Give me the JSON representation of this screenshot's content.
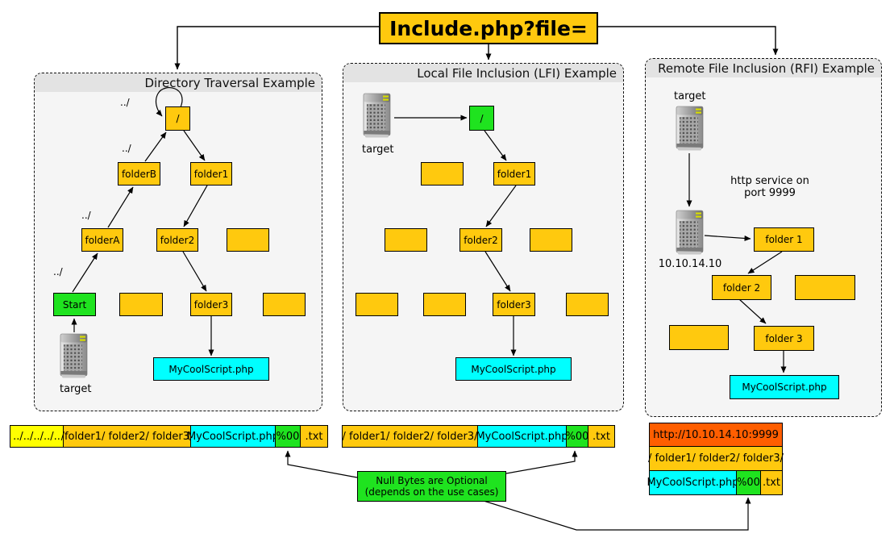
{
  "title": {
    "label": "Include.php?file="
  },
  "dt": {
    "header": "Directory Traversal Example",
    "updir": "../",
    "root": "/",
    "folderB": "folderB",
    "folder1": "folder1",
    "folderA": "folderA",
    "folder2": "folder2",
    "start": "Start",
    "folder3": "folder3",
    "script": "MyCoolScript.php",
    "target": "target"
  },
  "lfi": {
    "header": "Local File Inclusion (LFI) Example",
    "target": "target",
    "root": "/",
    "folder1": "folder1",
    "folder2": "folder2",
    "folder3": "folder3",
    "script": "MyCoolScript.php"
  },
  "rfi": {
    "header": "Remote File Inclusion (RFI) Example",
    "target": "target",
    "http_note_line1": "http service on",
    "http_note_line2": "port 9999",
    "server_ip": "10.10.14.10",
    "folder1": "folder 1",
    "folder2": "folder 2",
    "folder3": "folder 3",
    "script": "MyCoolScript.php"
  },
  "payloads": {
    "dt": {
      "traversal": "../../../../..",
      "path": "/folder1/ folder2/ folder3/",
      "script": "MyCoolScript.php",
      "nullbyte": "%00",
      "ext": ".txt"
    },
    "lfi": {
      "path": "/ folder1/ folder2/ folder3/",
      "script": "MyCoolScript.php",
      "nullbyte": "%00",
      "ext": ".txt"
    },
    "rfi": {
      "url": "http://10.10.14.10:9999",
      "path": "/ folder1/ folder2/ folder3/",
      "script": "MyCoolScript.php",
      "nullbyte": "%00",
      "ext": ".txt"
    }
  },
  "note": {
    "line1": "Null Bytes are Optional",
    "line2": "(depends on the use cases)"
  },
  "colors": {
    "node_gold": "#FFC90E",
    "node_green": "#1FE31F",
    "node_cyan": "#00FFFF",
    "traversal_yellow": "#FFFF00",
    "url_orangered": "#FF5E00",
    "panel_bg": "#F5F5F5",
    "panel_header_bg": "#E3E3E3"
  }
}
